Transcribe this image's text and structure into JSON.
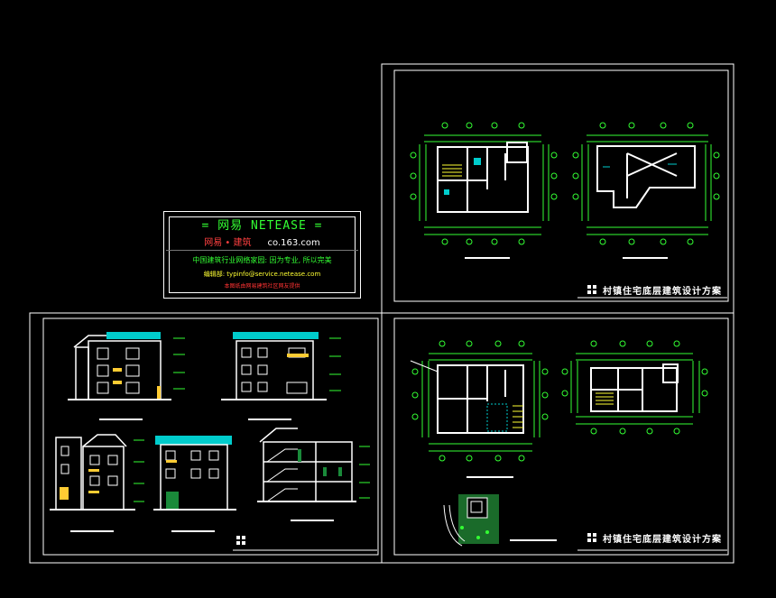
{
  "stamp": {
    "title": "= 网易  NETEASE =",
    "brand": "网易 • 建筑",
    "url": "co.163.com",
    "slogan": "中国建筑行业网络家园:  因为专业,  所以完美",
    "email": "编辑部:  typinfo@service.netease.com",
    "disclaimer": "本图纸由网易建筑社区网友提供"
  },
  "sheets": {
    "top_right_title": "村镇住宅底层建筑设计方案",
    "bottom_right_title": "村镇住宅底层建筑设计方案"
  },
  "icons": [
    "title-block-grid-icon"
  ],
  "colors": {
    "background": "#000000",
    "frame": "#ffffff",
    "dimension": "#33ff33",
    "wall": "#ffffff",
    "accent_cyan": "#00cccc",
    "accent_yellow": "#ffff33",
    "accent_red": "#ff3333"
  }
}
